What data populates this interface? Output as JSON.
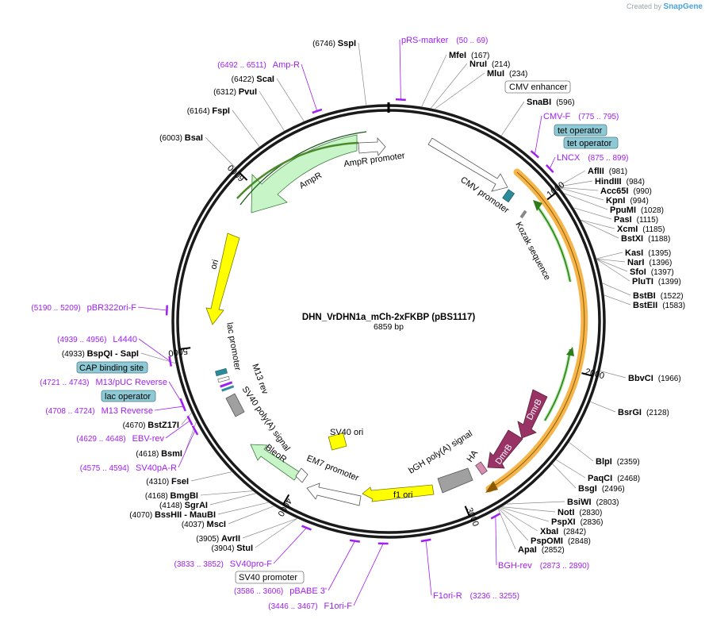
{
  "brand": {
    "prefix": "Created by",
    "name": "SnapGene"
  },
  "plasmid": {
    "name": "DHN_VrDHN1a_mCh-2xFKBP (pBS1117)",
    "length": "6859 bp",
    "length_bp": 6859
  },
  "ruler": [
    "1000",
    "2000",
    "3000",
    "4000",
    "5000",
    "6000"
  ],
  "enzymes": [
    {
      "name": "SspI",
      "pos": "(6746)"
    },
    {
      "name": "MfeI",
      "pos": "(167)"
    },
    {
      "name": "NruI",
      "pos": "(214)"
    },
    {
      "name": "MluI",
      "pos": "(234)"
    },
    {
      "name": "SnaBI",
      "pos": "(596)"
    },
    {
      "name": "AflII",
      "pos": "(981)"
    },
    {
      "name": "HindIII",
      "pos": "(984)"
    },
    {
      "name": "Acc65I",
      "pos": "(990)"
    },
    {
      "name": "KpnI",
      "pos": "(994)"
    },
    {
      "name": "PpuMI",
      "pos": "(1028)"
    },
    {
      "name": "PasI",
      "pos": "(1115)"
    },
    {
      "name": "XcmI",
      "pos": "(1185)"
    },
    {
      "name": "BstXI",
      "pos": "(1188)"
    },
    {
      "name": "KasI",
      "pos": "(1395)"
    },
    {
      "name": "NarI",
      "pos": "(1396)"
    },
    {
      "name": "SfoI",
      "pos": "(1397)"
    },
    {
      "name": "PluTI",
      "pos": "(1399)"
    },
    {
      "name": "BstBI",
      "pos": "(1522)"
    },
    {
      "name": "BstEII",
      "pos": "(1583)"
    },
    {
      "name": "BbvCI",
      "pos": "(1966)"
    },
    {
      "name": "BsrGI",
      "pos": "(2128)"
    },
    {
      "name": "BlpI",
      "pos": "(2359)"
    },
    {
      "name": "PaqCI",
      "pos": "(2468)"
    },
    {
      "name": "BsgI",
      "pos": "(2496)"
    },
    {
      "name": "BsiWI",
      "pos": "(2803)"
    },
    {
      "name": "NotI",
      "pos": "(2830)"
    },
    {
      "name": "PspXI",
      "pos": "(2836)"
    },
    {
      "name": "XbaI",
      "pos": "(2842)"
    },
    {
      "name": "PspOMI",
      "pos": "(2848)"
    },
    {
      "name": "ApaI",
      "pos": "(2852)"
    },
    {
      "name": "StuI",
      "pos": "(3904)"
    },
    {
      "name": "AvrII",
      "pos": "(3905)"
    },
    {
      "name": "MscI",
      "pos": "(4037)"
    },
    {
      "name": "BssHII - MauBI",
      "pos": "(4070)"
    },
    {
      "name": "SgrAI",
      "pos": "(4148)"
    },
    {
      "name": "BmgBI",
      "pos": "(4168)"
    },
    {
      "name": "FseI",
      "pos": "(4310)"
    },
    {
      "name": "BsmI",
      "pos": "(4618)"
    },
    {
      "name": "BstZ17I",
      "pos": "(4670)"
    },
    {
      "name": "BspQI - SapI",
      "pos": "(4933)"
    },
    {
      "name": "BsaI",
      "pos": "(6003)"
    },
    {
      "name": "FspI",
      "pos": "(6164)"
    },
    {
      "name": "PvuI",
      "pos": "(6312)"
    },
    {
      "name": "ScaI",
      "pos": "(6422)"
    }
  ],
  "primers": [
    {
      "name": "pRS-marker",
      "range": "(50 .. 69)"
    },
    {
      "name": "CMV-F",
      "range": "(775 .. 795)"
    },
    {
      "name": "LNCX",
      "range": "(875 .. 899)"
    },
    {
      "name": "BGH-rev",
      "range": "(2873 .. 2890)"
    },
    {
      "name": "F1ori-R",
      "range": "(3236 .. 3255)"
    },
    {
      "name": "F1ori-F",
      "range": "(3446 .. 3467)"
    },
    {
      "name": "pBABE 3'",
      "range": "(3586 .. 3606)"
    },
    {
      "name": "SV40pro-F",
      "range": "(3833 .. 3852)"
    },
    {
      "name": "SV40pA-R",
      "range": "(4575 .. 4594)"
    },
    {
      "name": "EBV-rev",
      "range": "(4629 .. 4648)"
    },
    {
      "name": "M13 Reverse",
      "range": "(4708 .. 4724)"
    },
    {
      "name": "M13/pUC Reverse",
      "range": "(4721 .. 4743)"
    },
    {
      "name": "L4440",
      "range": "(4939 .. 4956)"
    },
    {
      "name": "pBR322ori-F",
      "range": "(5190 .. 5209)"
    },
    {
      "name": "Amp-R",
      "range": "(6492 .. 6511)"
    }
  ],
  "boxed_features": {
    "cmv_enhancer": "CMV enhancer",
    "tet_operator_1": "tet operator",
    "tet_operator_2": "tet operator",
    "cap_binding_site": "CAP binding site",
    "lac_operator": "lac operator",
    "sv40_promoter": "SV40 promoter"
  },
  "features": {
    "cmv_promoter": "CMV promoter",
    "kozak": "Kozak sequence",
    "dmrb1": "DmrB",
    "dmrb2": "DmrB",
    "ha": "HA",
    "bgh": "bGH poly(A) signal",
    "f1ori": "f1 ori",
    "sv40ori": "SV40 ori",
    "em7": "EM7 promoter",
    "bleor": "BleoR",
    "sv40pa": "SV40 poly(A) signal",
    "m13rev": "M13 rev",
    "lacpromoter": "lac promoter",
    "ori": "ori",
    "ampr": "AmpR",
    "ampr_promoter": "AmpR promoter"
  },
  "colors": {
    "backbone": "#1a1a1a",
    "primer": "#a020f0",
    "gene_green": "#c8f5c8",
    "ori_yellow": "#ffff00",
    "dmrb": "#993366",
    "orange": "#f5b54a",
    "gray": "#a0a0a0",
    "teal": "#2d8b9c"
  }
}
